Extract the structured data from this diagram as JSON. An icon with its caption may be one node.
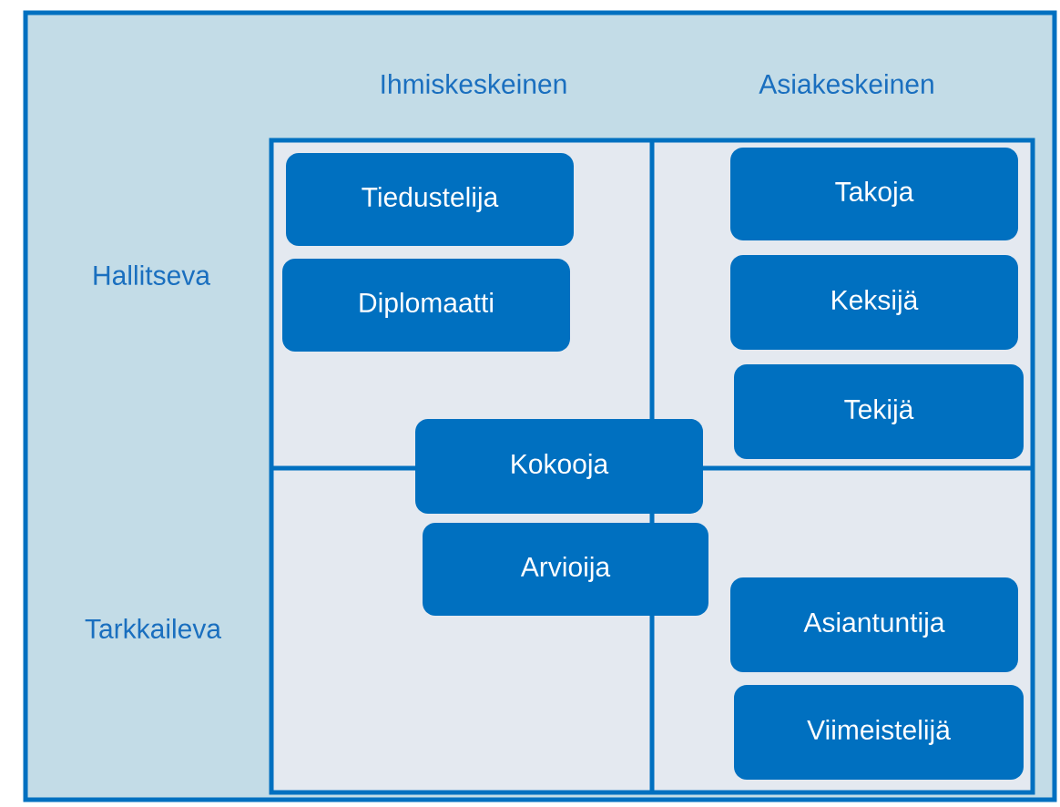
{
  "diagram": {
    "nodes": [
      {
        "text": [
          "Tiedustelija"
        ]
      },
      {
        "text": [
          "Diplomaatti"
        ]
      },
      {
        "text": [
          "Takoja"
        ]
      },
      {
        "text": [
          "Keksijä"
        ]
      },
      {
        "text": [
          "Tekijä"
        ]
      },
      {
        "text": [
          "Kokooja"
        ]
      },
      {
        "text": [
          "Arvioija"
        ]
      },
      {
        "text": [
          "Asiantuntija"
        ]
      },
      {
        "text": [
          "Viimeistelijä"
        ]
      }
    ],
    "labels": [
      "Ihmiskeskeinen",
      "Asiakeskeinen",
      "Hallitseva",
      "Tarkkaileva"
    ]
  }
}
